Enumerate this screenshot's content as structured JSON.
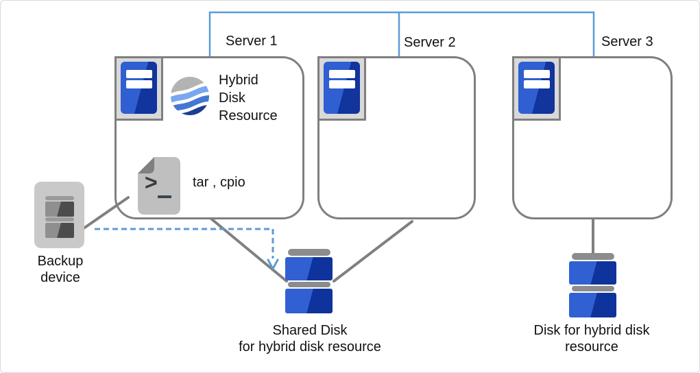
{
  "diagram": {
    "servers": [
      {
        "label": "Server 1"
      },
      {
        "label": "Server 2"
      },
      {
        "label": "Server 3"
      }
    ],
    "hybrid_disk_resource_label": "Hybrid\nDisk\nResource",
    "backup_tools_label": "tar , cpio",
    "backup_device_label": "Backup\ndevice",
    "shared_disk_label": "Shared Disk\nfor hybrid disk resource",
    "hybrid_disk_label": "Disk for hybrid disk\nresource",
    "icons": [
      "server-tower-icon",
      "hybrid-disk-resource-icon",
      "shell-script-icon",
      "backup-device-icon",
      "disk-stack-icon"
    ],
    "colors": {
      "connector_blue": "#5b9bd5",
      "line_gray": "#808080",
      "box_border_gray": "#7f7f7f",
      "disk_blue_light": "#3060d2",
      "disk_blue_dark": "#0f339c",
      "icon_frame_gray": "#d9d9d9",
      "document_gray": "#bfbfbf",
      "device_gray": "#c9c9c9",
      "hybrid_band_gray": "#b3b3b3",
      "hybrid_band_light_blue": "#7aa7f0",
      "hybrid_band_mid_blue": "#4377d4",
      "hybrid_band_navy": "#1d3e8f"
    }
  }
}
